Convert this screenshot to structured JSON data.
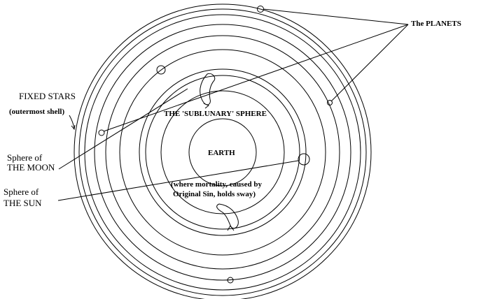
{
  "labels": {
    "planets": "The PLANETS",
    "fixed_stars": "FIXED STARS",
    "outermost_shell": "(outermost shell)",
    "sphere_of_moon_1": "Sphere of",
    "sphere_of_moon_2": "THE MOON",
    "sphere_of_sun_1": "Sphere of",
    "sphere_of_sun_2": "THE SUN",
    "sublunary": "THE 'SUBLUNARY' SPHERE",
    "earth": "EARTH",
    "mortality_1": "(where mortality, caused by",
    "mortality_2": "Original Sin, holds sway)"
  },
  "colors": {
    "ink": "#000000",
    "background": "#ffffff"
  }
}
